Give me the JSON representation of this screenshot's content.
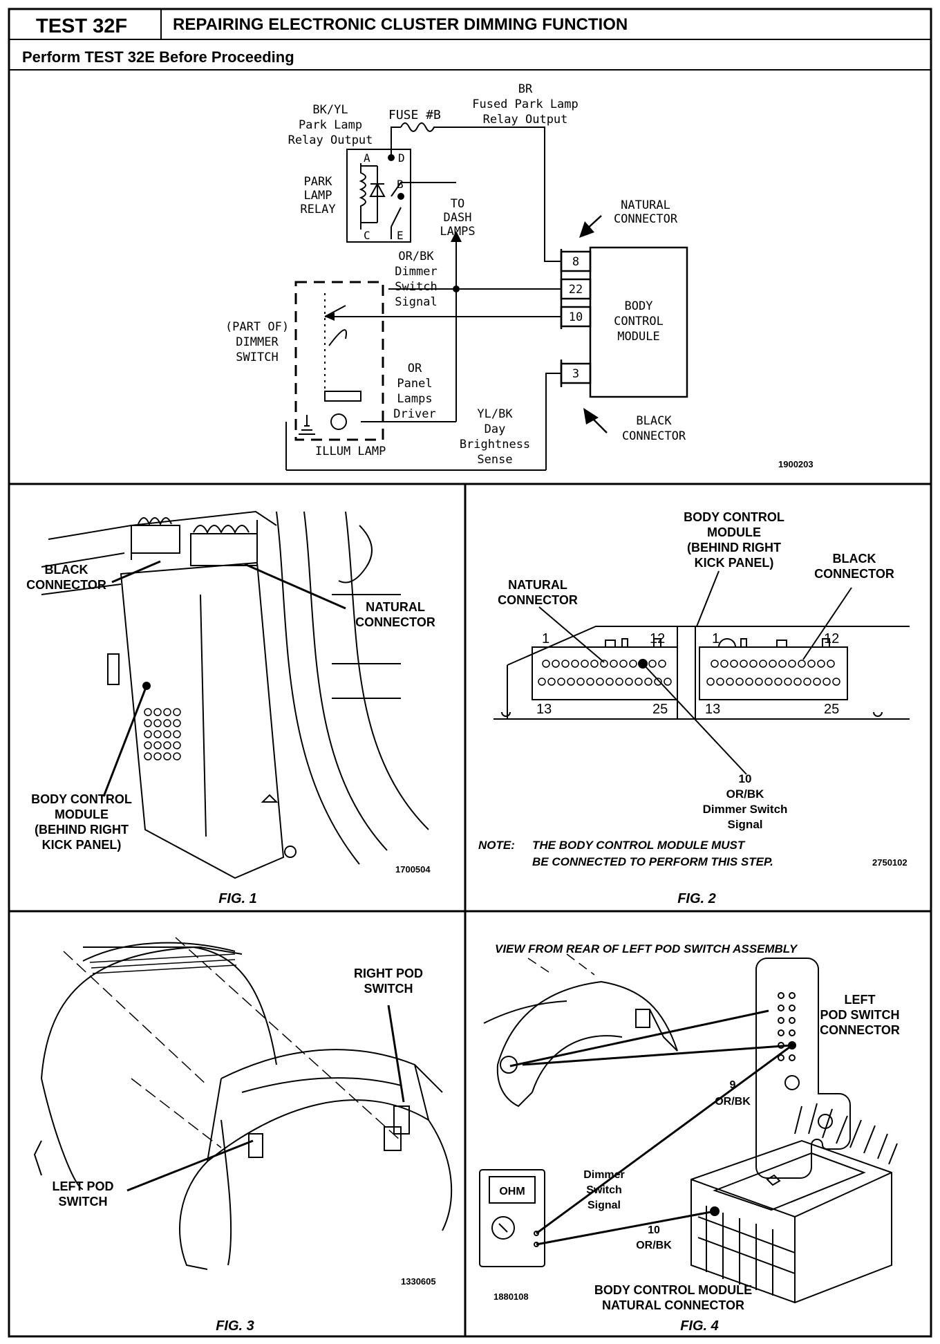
{
  "header": {
    "test_id": "TEST 32F",
    "title": "REPAIRING ELECTRONIC CLUSTER DIMMING FUNCTION",
    "subtitle": "Perform TEST 32E Before Proceeding"
  },
  "schematic": {
    "fuse": "FUSE #B",
    "br_line1": "BR",
    "br_line2": "Fused Park Lamp",
    "br_line3": "Relay Output",
    "bkyl_line1": "BK/YL",
    "bkyl_line2": "Park Lamp",
    "bkyl_line3": "Relay Output",
    "relay_line1": "PARK",
    "relay_line2": "LAMP",
    "relay_line3": "RELAY",
    "pin_a": "A",
    "pin_c": "C",
    "pin_d": "D",
    "pin_b": "B",
    "pin_e": "E",
    "dash_line1": "TO",
    "dash_line2": "DASH",
    "dash_line3": "LAMPS",
    "natural_line1": "NATURAL",
    "natural_line2": "CONNECTOR",
    "orbk_line1": "OR/BK",
    "orbk_line2": "Dimmer",
    "orbk_line3": "Switch",
    "orbk_line4": "Signal",
    "bcm_line1": "BODY",
    "bcm_line2": "CONTROL",
    "bcm_line3": "MODULE",
    "pin8": "8",
    "pin22": "22",
    "pin10": "10",
    "pin3": "3",
    "part_line1": "(PART OF)",
    "part_line2": "DIMMER",
    "part_line3": "SWITCH",
    "or_line1": "OR",
    "or_line2": "Panel",
    "or_line3": "Lamps",
    "or_line4": "Driver",
    "ylbk_line1": "YL/BK",
    "ylbk_line2": "Day",
    "ylbk_line3": "Brightness",
    "ylbk_line4": "Sense",
    "black_line1": "BLACK",
    "black_line2": "CONNECTOR",
    "illum": "ILLUM LAMP",
    "code": "1900203"
  },
  "fig1": {
    "black_line1": "BLACK",
    "black_line2": "CONNECTOR",
    "natural_line1": "NATURAL",
    "natural_line2": "CONNECTOR",
    "bcm_line1": "BODY CONTROL",
    "bcm_line2": "MODULE",
    "bcm_line3": "(BEHIND RIGHT",
    "bcm_line4": "KICK PANEL)",
    "code": "1700504",
    "caption": "FIG. 1"
  },
  "fig2": {
    "bcm_line1": "BODY CONTROL",
    "bcm_line2": "MODULE",
    "bcm_line3": "(BEHIND RIGHT",
    "bcm_line4": "KICK PANEL)",
    "natural_line1": "NATURAL",
    "natural_line2": "CONNECTOR",
    "black_line1": "BLACK",
    "black_line2": "CONNECTOR",
    "n1": "1",
    "n12": "12",
    "n13": "13",
    "n25": "25",
    "pin_line1": "10",
    "pin_line2": "OR/BK",
    "pin_line3": "Dimmer Switch",
    "pin_line4": "Signal",
    "note_label": "NOTE:",
    "note_line1": "THE BODY CONTROL MODULE MUST",
    "note_line2": "BE CONNECTED TO PERFORM THIS STEP.",
    "code": "2750102",
    "caption": "FIG. 2"
  },
  "fig3": {
    "right_line1": "RIGHT POD",
    "right_line2": "SWITCH",
    "left_line1": "LEFT POD",
    "left_line2": "SWITCH",
    "code": "1330605",
    "caption": "FIG. 3"
  },
  "fig4": {
    "view_label": "VIEW FROM REAR OF LEFT POD SWITCH ASSEMBLY",
    "lp_line1": "LEFT",
    "lp_line2": "POD SWITCH",
    "lp_line3": "CONNECTOR",
    "pin9_line1": "9",
    "pin9_line2": "OR/BK",
    "ohm": "OHM",
    "dim_line1": "Dimmer",
    "dim_line2": "Switch",
    "dim_line3": "Signal",
    "pin10_line1": "10",
    "pin10_line2": "OR/BK",
    "bcm_line1": "BODY CONTROL MODULE",
    "bcm_line2": "NATURAL CONNECTOR",
    "code": "1880108",
    "caption": "FIG. 4"
  }
}
